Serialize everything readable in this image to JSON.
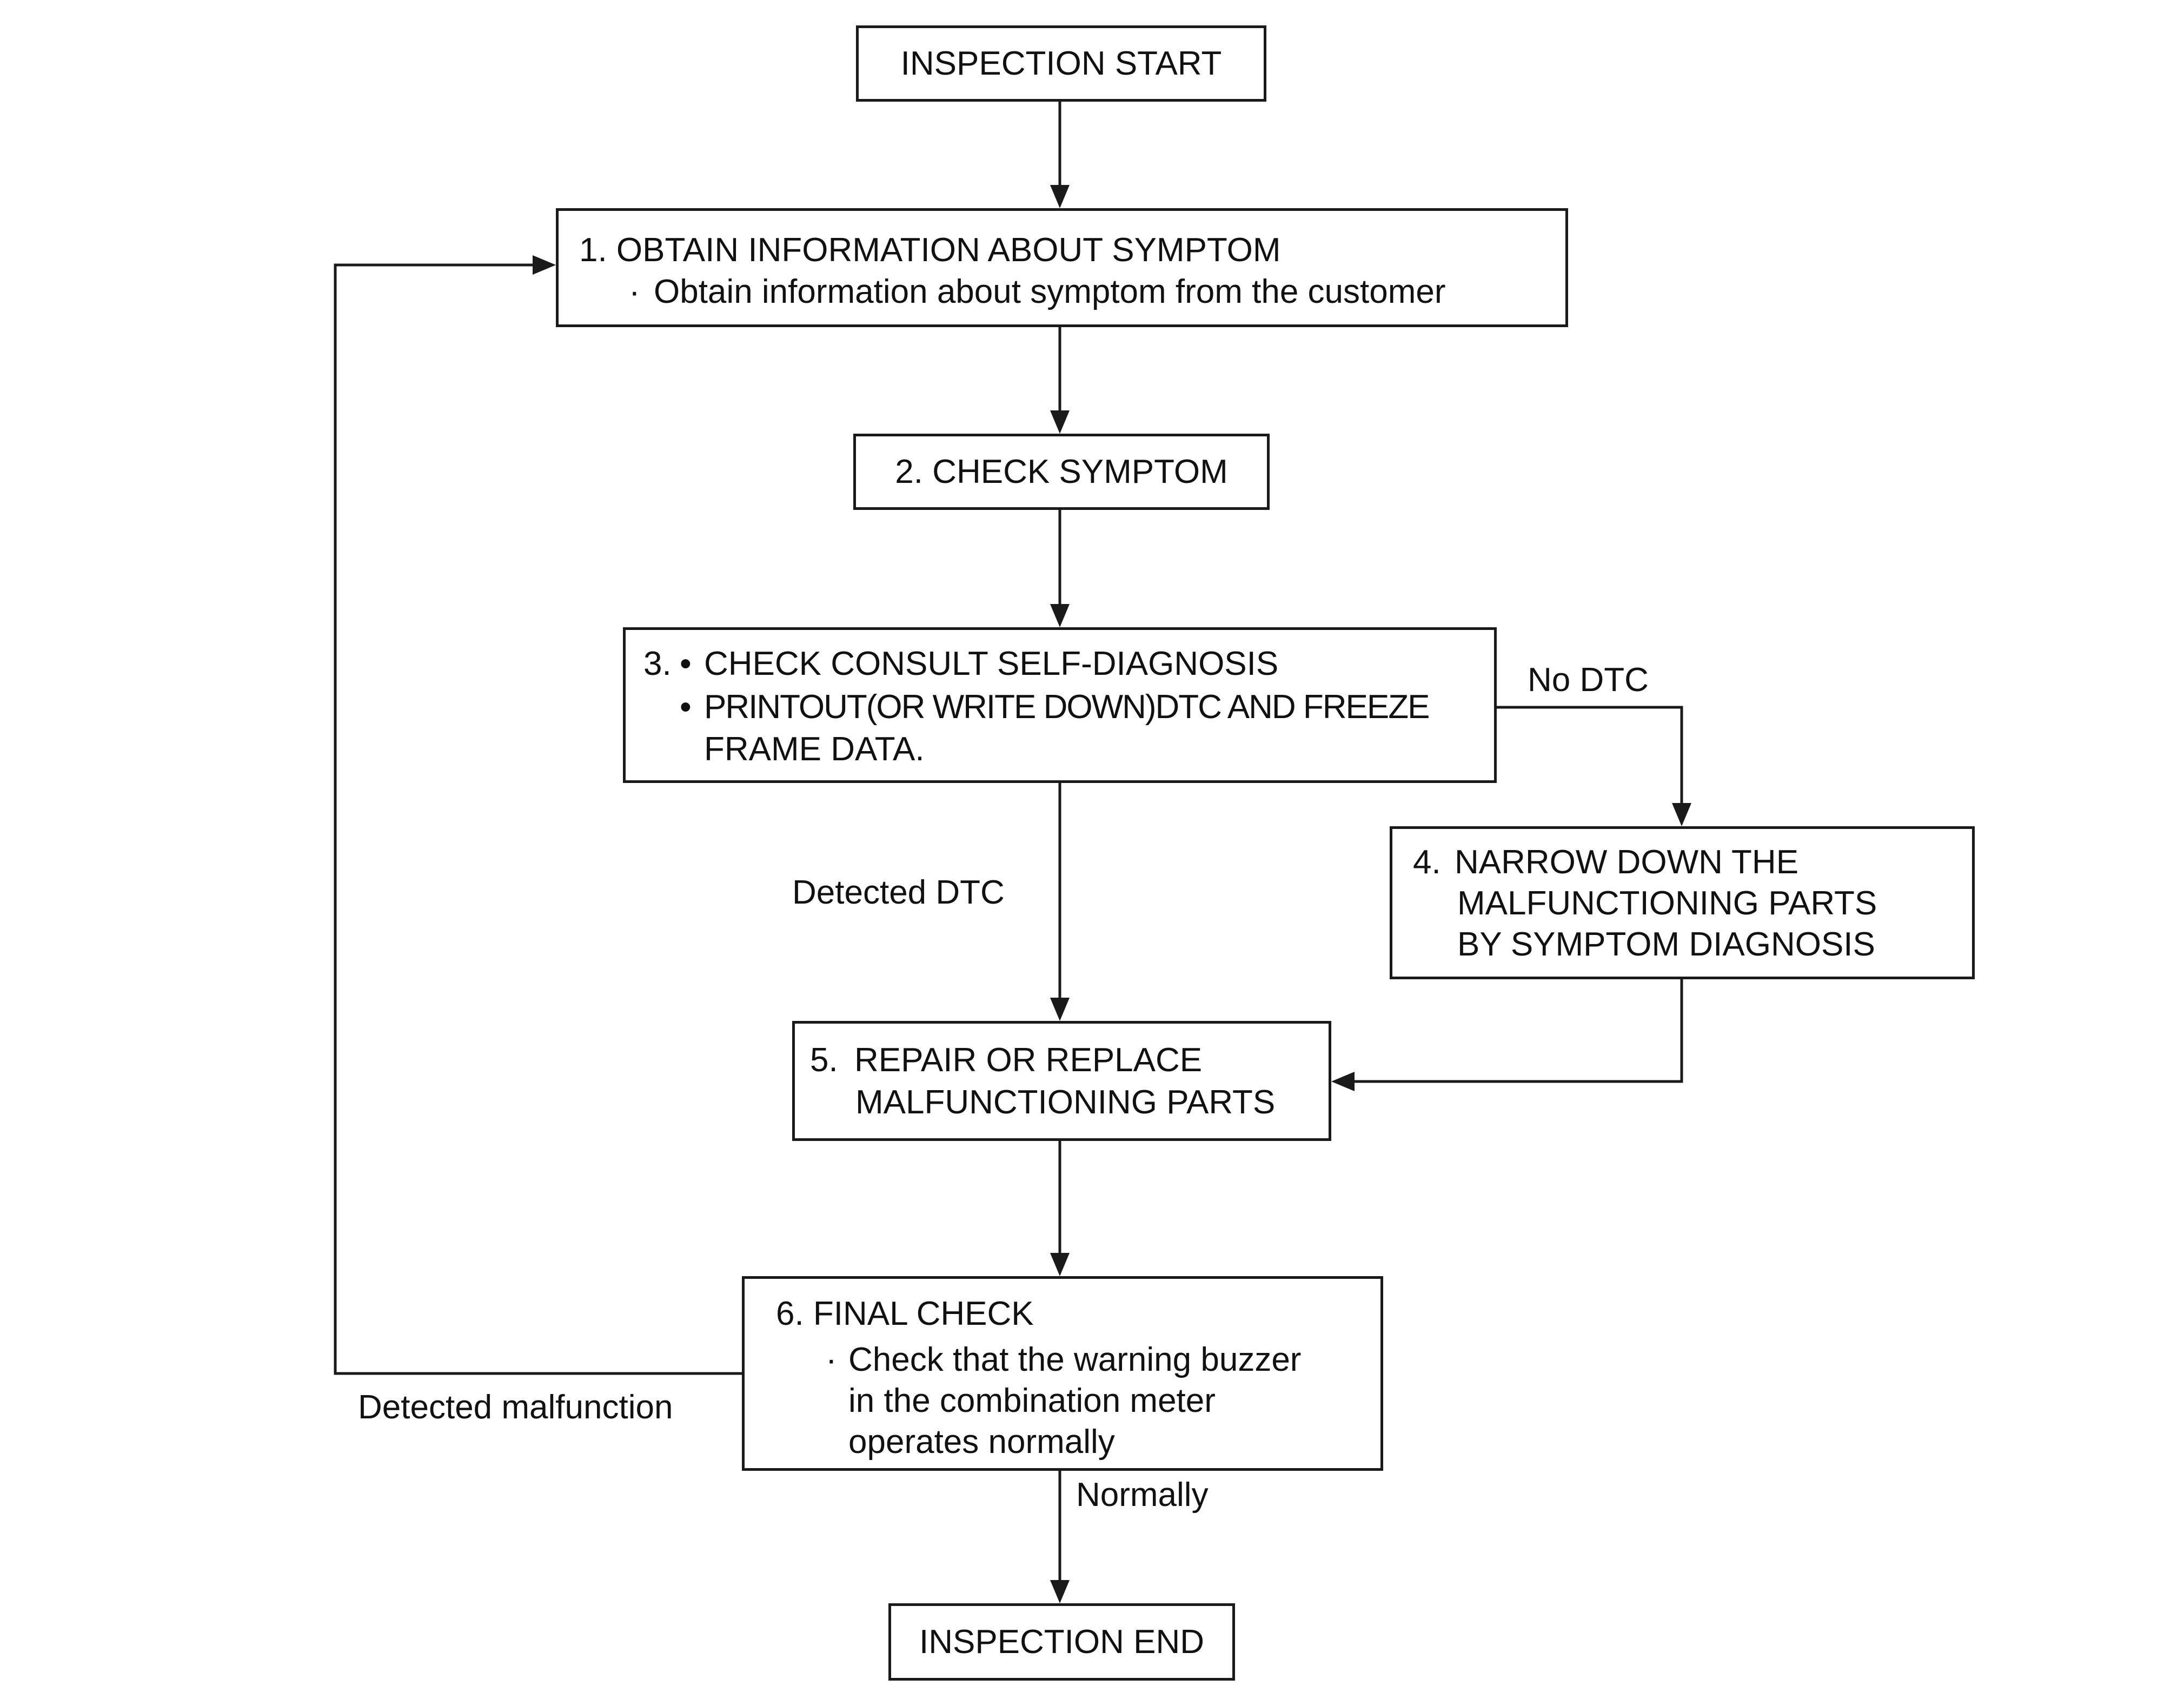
{
  "flowchart": {
    "start": "INSPECTION START",
    "step1": {
      "title": "1. OBTAIN INFORMATION ABOUT SYMPTOM",
      "bullet_mark": "·",
      "bullet": "Obtain information about symptom from the customer"
    },
    "step2": {
      "title": "2. CHECK SYMPTOM"
    },
    "step3": {
      "number": "3.",
      "bullet_mark": "•",
      "bullet1": "CHECK CONSULT SELF-DIAGNOSIS",
      "bullet2_line1": "PRINTOUT(OR WRITE DOWN)DTC AND FREEZE",
      "bullet2_line2": "FRAME DATA."
    },
    "step4": {
      "number": "4.",
      "line1": "NARROW DOWN THE",
      "line2": "MALFUNCTIONING PARTS",
      "line3": "BY SYMPTOM DIAGNOSIS"
    },
    "step5": {
      "number": "5.",
      "line1": "REPAIR OR REPLACE",
      "line2": "MALFUNCTIONING PARTS"
    },
    "step6": {
      "title": "6. FINAL CHECK",
      "bullet_mark": "·",
      "line1": "Check that the warning buzzer",
      "line2": "in the combination meter",
      "line3": "operates normally"
    },
    "end": "INSPECTION END",
    "labels": {
      "no_dtc": "No DTC",
      "detected_dtc": "Detected DTC",
      "detected_malfunction": "Detected malfunction",
      "normally": "Normally"
    }
  }
}
